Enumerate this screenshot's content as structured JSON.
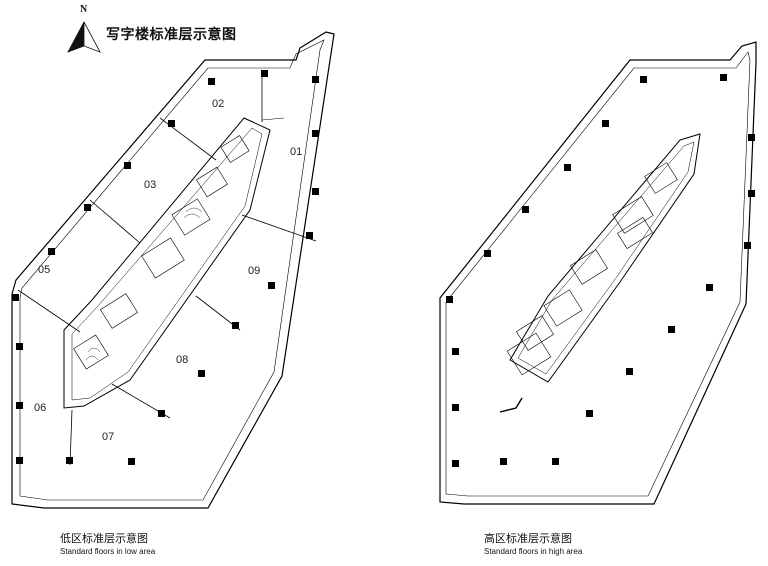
{
  "header": {
    "north_label": "N",
    "title": "写字楼标准层示意图"
  },
  "plan_low": {
    "caption_cn": "低区标准层示意图",
    "caption_en": "Standard floors in low area",
    "units": [
      "01",
      "02",
      "03",
      "05",
      "06",
      "07",
      "08",
      "09"
    ]
  },
  "plan_high": {
    "caption_cn": "高区标准层示意图",
    "caption_en": "Standard floors in high area"
  }
}
